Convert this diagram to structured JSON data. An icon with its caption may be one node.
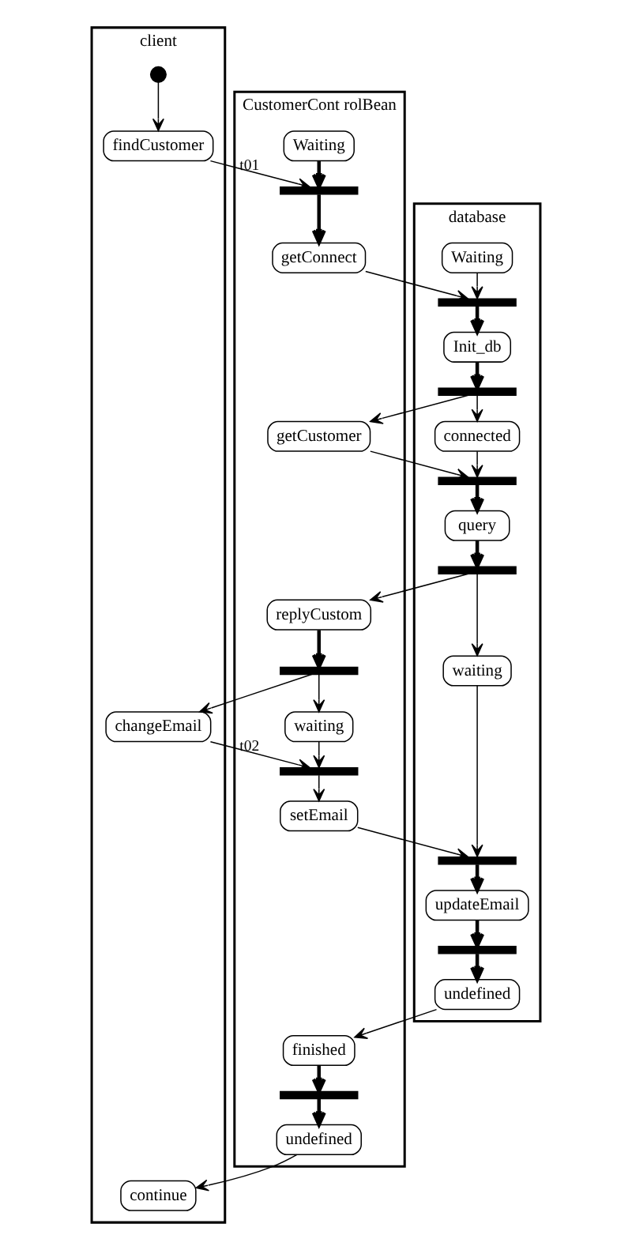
{
  "diagram": {
    "nodes": [
      {
        "text": [
          "client"
        ]
      },
      {
        "text": [
          "CustomerCont rolBean"
        ]
      },
      {
        "text": [
          "database"
        ]
      },
      {
        "text": [],
        "shape": "circle",
        "in": 0
      },
      {
        "text": [
          "findCustomer"
        ],
        "in": 0
      },
      {
        "text": [
          "changeEmail"
        ],
        "in": 0
      },
      {
        "text": [
          "continue"
        ],
        "in": 0
      },
      {
        "text": [
          "Waiting"
        ],
        "in": 1
      },
      {
        "text": [],
        "shape": "bar",
        "in": 1
      },
      {
        "text": [
          "getConnect"
        ],
        "in": 1
      },
      {
        "text": [
          "getCustomer"
        ],
        "in": 1
      },
      {
        "text": [
          "replyCustom"
        ],
        "in": 1
      },
      {
        "text": [],
        "shape": "bar",
        "in": 1
      },
      {
        "text": [
          "waiting"
        ],
        "in": 1
      },
      {
        "text": [],
        "shape": "bar",
        "in": 1
      },
      {
        "text": [
          "setEmail"
        ],
        "in": 1
      },
      {
        "text": [
          "finished"
        ],
        "in": 1
      },
      {
        "text": [],
        "shape": "bar",
        "in": 1
      },
      {
        "text": [
          "undefined"
        ],
        "in": 1
      },
      {
        "text": [
          "Waiting"
        ],
        "in": 2
      },
      {
        "text": [],
        "shape": "bar",
        "in": 2
      },
      {
        "text": [
          "Init_db"
        ],
        "in": 2
      },
      {
        "text": [],
        "shape": "bar",
        "in": 2
      },
      {
        "text": [
          "connected"
        ],
        "in": 2
      },
      {
        "text": [],
        "shape": "bar",
        "in": 2
      },
      {
        "text": [
          "query"
        ],
        "in": 2
      },
      {
        "text": [],
        "shape": "bar",
        "in": 2
      },
      {
        "text": [
          "waiting"
        ],
        "in": 2
      },
      {
        "text": [],
        "shape": "bar",
        "in": 2
      },
      {
        "text": [
          "updateEmail"
        ],
        "in": 2
      },
      {
        "text": [],
        "shape": "bar",
        "in": 2
      },
      {
        "text": [
          "undefined"
        ],
        "in": 2
      }
    ],
    "edges": [
      {
        "from": 3,
        "to": 4,
        "arrow": "to"
      },
      {
        "from": 4,
        "to": 8,
        "arrow": "to",
        "label": "t01"
      },
      {
        "from": 7,
        "to": 8,
        "arrow": "to",
        "style": "thick"
      },
      {
        "from": 8,
        "to": 9,
        "arrow": "to",
        "style": "thick"
      },
      {
        "from": 9,
        "to": 20,
        "arrow": "to"
      },
      {
        "from": 19,
        "to": 20,
        "arrow": "to"
      },
      {
        "from": 20,
        "to": 21,
        "arrow": "to",
        "style": "thick"
      },
      {
        "from": 21,
        "to": 22,
        "arrow": "to",
        "style": "thick"
      },
      {
        "from": 22,
        "to": 10,
        "arrow": "to"
      },
      {
        "from": 22,
        "to": 23,
        "arrow": "to"
      },
      {
        "from": 10,
        "to": 24,
        "arrow": "to"
      },
      {
        "from": 23,
        "to": 24,
        "arrow": "to"
      },
      {
        "from": 24,
        "to": 25,
        "arrow": "to",
        "style": "thick"
      },
      {
        "from": 25,
        "to": 26,
        "arrow": "to",
        "style": "thick"
      },
      {
        "from": 26,
        "to": 11,
        "arrow": "to"
      },
      {
        "from": 26,
        "to": 27,
        "arrow": "to"
      },
      {
        "from": 11,
        "to": 12,
        "arrow": "to",
        "style": "thick"
      },
      {
        "from": 12,
        "to": 5,
        "arrow": "to"
      },
      {
        "from": 12,
        "to": 13,
        "arrow": "to"
      },
      {
        "from": 5,
        "to": 14,
        "arrow": "to",
        "label": "t02"
      },
      {
        "from": 13,
        "to": 14,
        "arrow": "to"
      },
      {
        "from": 14,
        "to": 15,
        "arrow": "to"
      },
      {
        "from": 15,
        "to": 28,
        "arrow": "to"
      },
      {
        "from": 27,
        "to": 28,
        "arrow": "to"
      },
      {
        "from": 28,
        "to": 29,
        "arrow": "to",
        "style": "thick"
      },
      {
        "from": 29,
        "to": 30,
        "arrow": "to",
        "style": "thick"
      },
      {
        "from": 30,
        "to": 31,
        "arrow": "to",
        "style": "thick"
      },
      {
        "from": 31,
        "to": 16,
        "arrow": "to"
      },
      {
        "from": 16,
        "to": 17,
        "arrow": "to",
        "style": "thick"
      },
      {
        "from": 17,
        "to": 18,
        "arrow": "to",
        "style": "thick"
      },
      {
        "from": 18,
        "to": 6,
        "arrow": "to"
      }
    ]
  }
}
